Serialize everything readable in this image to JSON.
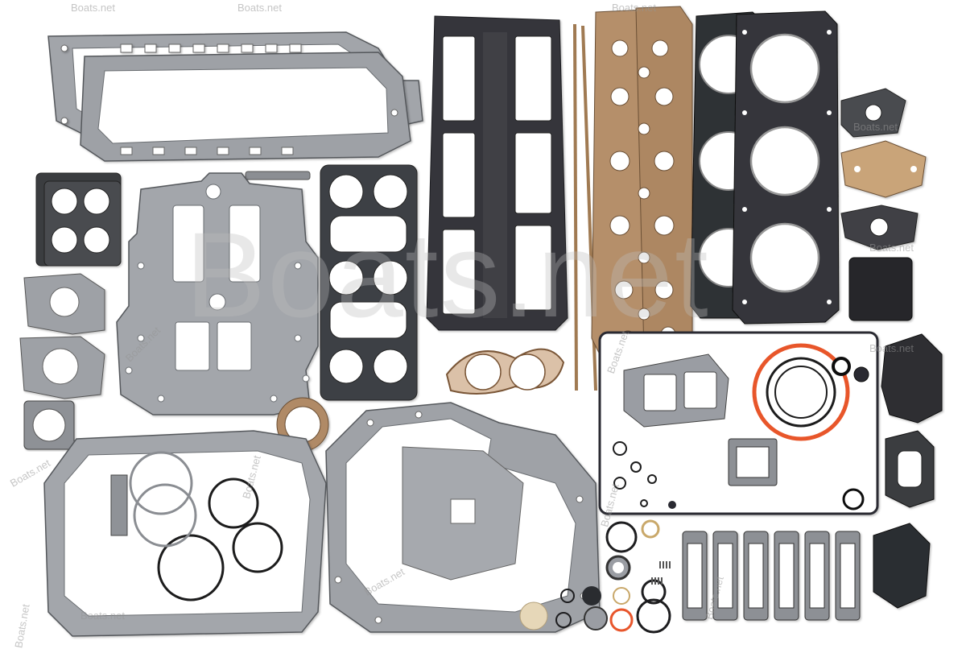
{
  "watermark": {
    "brand": "Boats.net",
    "big_text": "Boats.net",
    "small_text": "Boats.net"
  },
  "colors": {
    "gasket_gray": "#9a9da3",
    "gasket_dark": "#2e3034",
    "cork": "#b08a66",
    "orange_ring": "#e8562c",
    "brass": "#c9a86a"
  }
}
